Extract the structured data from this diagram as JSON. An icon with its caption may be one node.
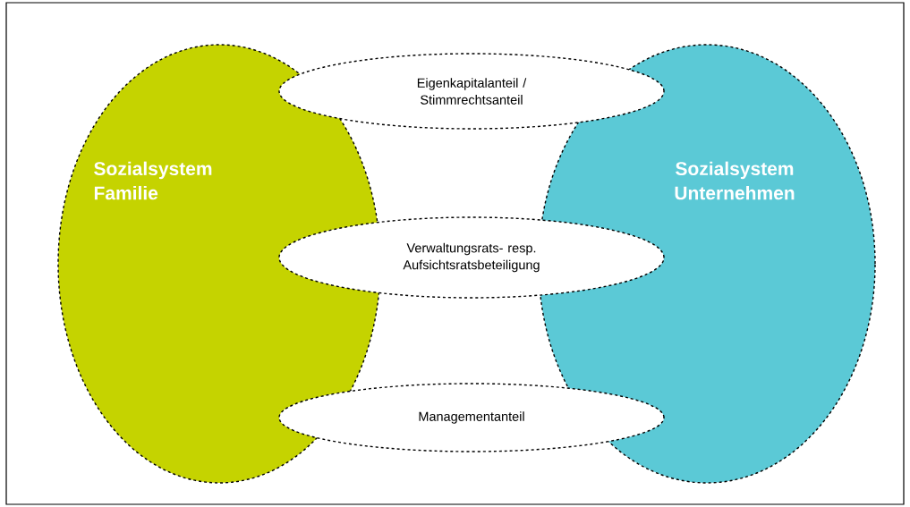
{
  "diagram": {
    "nodes": [
      {
        "text": [
          "Sozialsystem Familie"
        ]
      },
      {
        "text": [
          "Sozialsystem Unternehmen"
        ]
      },
      {
        "text": [
          "Eigenkapitalanteil / Stimmrechtsanteil"
        ]
      },
      {
        "text": [
          "Verwaltungsrats- resp. Aufsichtsratsbeteiligung"
        ]
      },
      {
        "text": [
          "Managementanteil"
        ]
      }
    ]
  }
}
